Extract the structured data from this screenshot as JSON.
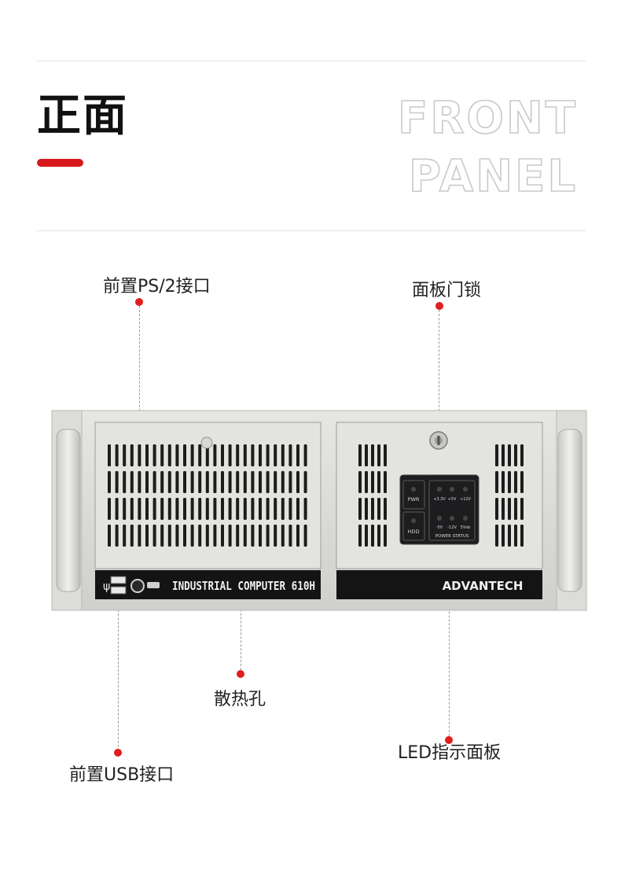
{
  "header": {
    "title_cn": "正面",
    "title_en_line1": "FRONT",
    "title_en_line2": "PANEL",
    "accent_color": "#d7191b"
  },
  "callouts": {
    "ps2": "前置PS/2接口",
    "lock": "面板门锁",
    "vents": "散热孔",
    "usb": "前置USB接口",
    "led": "LED指示面板"
  },
  "device": {
    "model_text": "INDUSTRIAL COMPUTER 610H",
    "brand": "ADVANTECH",
    "led_pwr": "PWR",
    "led_hdd": "HDD",
    "rail_top": [
      "+3.3V",
      "+5V",
      "+12V"
    ],
    "rail_bottom": [
      "-5V",
      "-12V",
      "5Vsb"
    ],
    "power_status": "POWER STATUS",
    "usb_symbol": "ψ"
  }
}
